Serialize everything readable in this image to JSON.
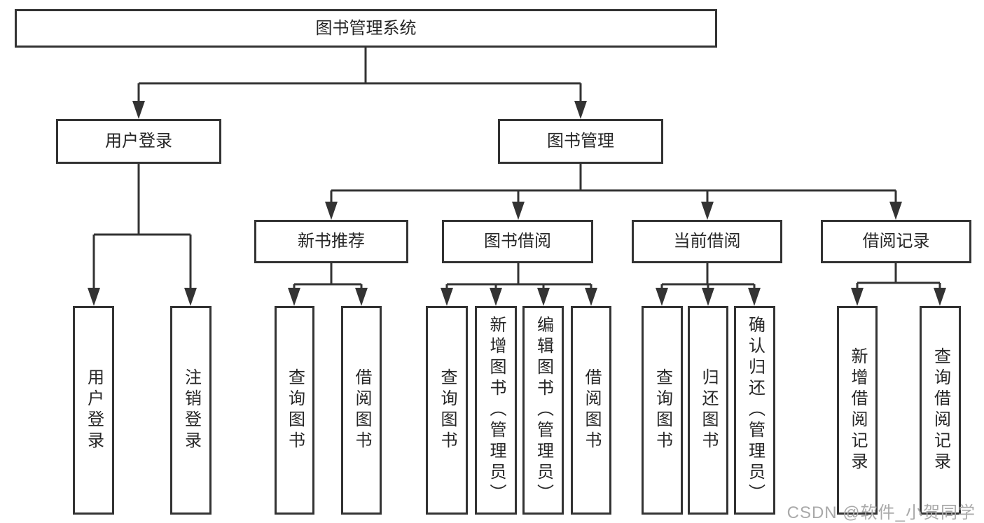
{
  "diagram": {
    "colors": {
      "line": "#333333",
      "text": "#262626",
      "box_background": "#ffffff",
      "watermark": "#a9a9a9"
    },
    "tree": {
      "root": "图书管理系统",
      "user_branch": {
        "label": "用户登录",
        "leaves": [
          "用户登录",
          "注销登录"
        ]
      },
      "mgmt_branch": {
        "label": "图书管理",
        "groups": [
          {
            "label": "新书推荐",
            "leaves": [
              "查询图书",
              "借阅图书"
            ]
          },
          {
            "label": "图书借阅",
            "leaves": [
              "查询图书",
              "新增图书（管理员）",
              "编辑图书（管理员）",
              "借阅图书"
            ]
          },
          {
            "label": "当前借阅",
            "leaves": [
              "查询图书",
              "归还图书",
              "确认归还（管理员）"
            ]
          },
          {
            "label": "借阅记录",
            "leaves": [
              "新增借阅记录",
              "查询借阅记录"
            ]
          }
        ]
      }
    },
    "watermark": "CSDN @软件_小贺同学"
  }
}
